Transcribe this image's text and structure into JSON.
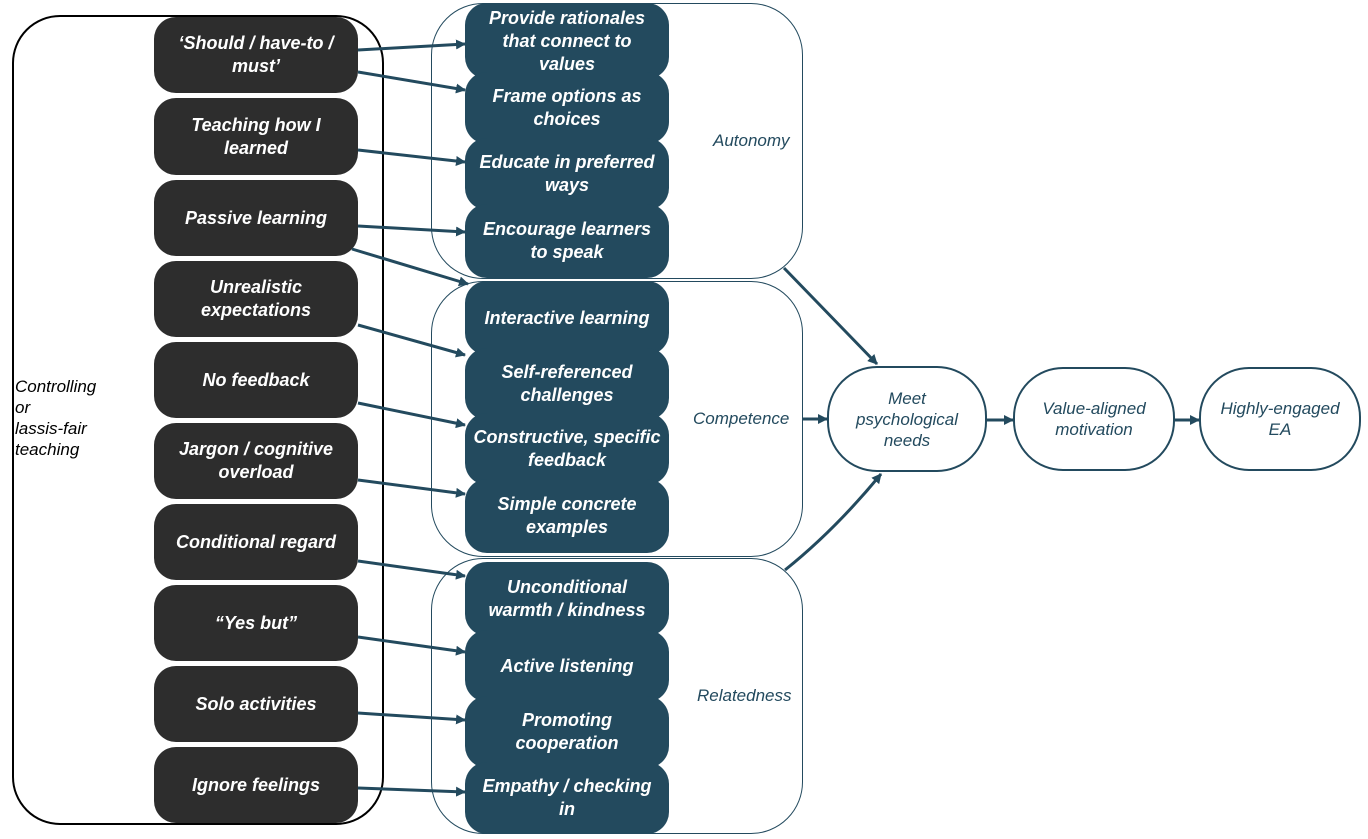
{
  "diagram": {
    "left_group": {
      "label": "Controlling\nor\nlassis-fair\nteaching",
      "label_lines": [
        "Controlling",
        "or",
        "lassis-fair",
        "teaching"
      ],
      "items": [
        {
          "id": "should",
          "label": "‘Should / have-to / must’"
        },
        {
          "id": "teaching-how",
          "label": "Teaching how I learned"
        },
        {
          "id": "passive",
          "label": "Passive learning"
        },
        {
          "id": "unrealistic",
          "label": "Unrealistic expectations"
        },
        {
          "id": "no-feedback",
          "label": "No feedback"
        },
        {
          "id": "jargon",
          "label": "Jargon / cognitive overload"
        },
        {
          "id": "conditional",
          "label": "Conditional regard"
        },
        {
          "id": "yes-but",
          "label": "“Yes but”"
        },
        {
          "id": "solo",
          "label": "Solo activities"
        },
        {
          "id": "ignore",
          "label": "Ignore feelings"
        }
      ]
    },
    "need_groups": [
      {
        "id": "autonomy",
        "label": "Autonomy",
        "items": [
          {
            "id": "rationales",
            "label": "Provide rationales that connect to values"
          },
          {
            "id": "choices",
            "label": "Frame options as choices"
          },
          {
            "id": "preferred",
            "label": "Educate in preferred ways"
          },
          {
            "id": "speak",
            "label": "Encourage learners to speak"
          }
        ]
      },
      {
        "id": "competence",
        "label": "Competence",
        "items": [
          {
            "id": "interactive",
            "label": "Interactive learning"
          },
          {
            "id": "self-ref",
            "label": "Self-referenced challenges"
          },
          {
            "id": "constructive",
            "label": "Constructive, specific feedback"
          },
          {
            "id": "examples",
            "label": "Simple concrete examples"
          }
        ]
      },
      {
        "id": "relatedness",
        "label": "Relatedness",
        "items": [
          {
            "id": "warmth",
            "label": "Unconditional warmth / kindness"
          },
          {
            "id": "listening",
            "label": "Active listening"
          },
          {
            "id": "cooperation",
            "label": "Promoting cooperation"
          },
          {
            "id": "empathy",
            "label": "Empathy / checking in"
          }
        ]
      }
    ],
    "flow": [
      {
        "id": "meet-needs",
        "label": "Meet psychological needs"
      },
      {
        "id": "motivation",
        "label": "Value-aligned motivation"
      },
      {
        "id": "engaged",
        "label": "Highly-engaged EA"
      }
    ],
    "edges": [
      {
        "from": "should",
        "to": "rationales"
      },
      {
        "from": "should",
        "to": "choices"
      },
      {
        "from": "teaching-how",
        "to": "preferred"
      },
      {
        "from": "passive",
        "to": "speak"
      },
      {
        "from": "passive",
        "to": "interactive"
      },
      {
        "from": "unrealistic",
        "to": "self-ref"
      },
      {
        "from": "no-feedback",
        "to": "constructive"
      },
      {
        "from": "jargon",
        "to": "examples"
      },
      {
        "from": "conditional",
        "to": "warmth"
      },
      {
        "from": "yes-but",
        "to": "listening"
      },
      {
        "from": "solo",
        "to": "cooperation"
      },
      {
        "from": "ignore",
        "to": "empathy"
      },
      {
        "from": "autonomy",
        "to": "meet-needs"
      },
      {
        "from": "competence",
        "to": "meet-needs"
      },
      {
        "from": "relatedness",
        "to": "meet-needs"
      },
      {
        "from": "meet-needs",
        "to": "motivation"
      },
      {
        "from": "motivation",
        "to": "engaged"
      }
    ],
    "colors": {
      "teal": "#234a5e",
      "dark": "#2d2d2d",
      "outline": "#000000"
    }
  }
}
